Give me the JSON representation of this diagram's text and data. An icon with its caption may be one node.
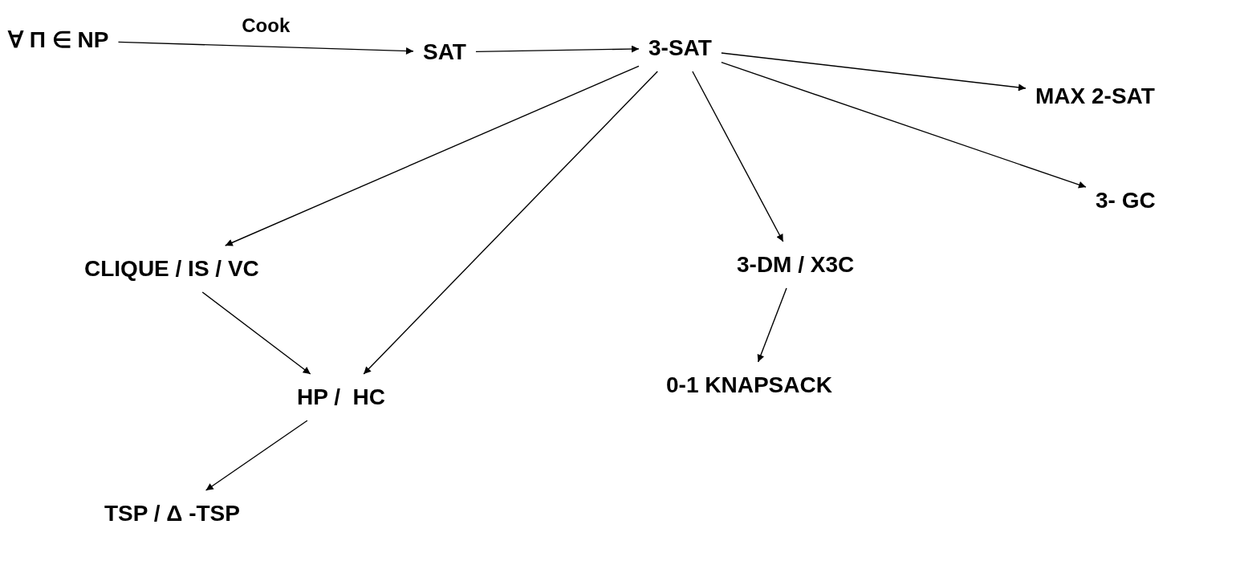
{
  "diagram": {
    "nodes": [
      {
        "text": [
          "∀ Π ∈ NP"
        ]
      },
      {
        "text": [
          "SAT"
        ]
      },
      {
        "text": [
          "3-SAT"
        ]
      },
      {
        "text": [
          "MAX 2-SAT"
        ]
      },
      {
        "text": [
          "3- GC"
        ]
      },
      {
        "text": [
          "CLIQUE / IS / VC"
        ]
      },
      {
        "text": [
          "3-DM / X3C"
        ]
      },
      {
        "text": [
          "HP /  HC"
        ]
      },
      {
        "text": [
          "0-1 KNAPSACK"
        ]
      },
      {
        "text": [
          "TSP / Δ -TSP"
        ]
      }
    ],
    "edges": [
      {
        "from": 0,
        "to": 1,
        "arrow": "to",
        "label": "Cook"
      },
      {
        "from": 1,
        "to": 2,
        "arrow": "to"
      },
      {
        "from": 2,
        "to": 3,
        "arrow": "to"
      },
      {
        "from": 2,
        "to": 4,
        "arrow": "to"
      },
      {
        "from": 2,
        "to": 5,
        "arrow": "to"
      },
      {
        "from": 2,
        "to": 7,
        "arrow": "to"
      },
      {
        "from": 2,
        "to": 6,
        "arrow": "to"
      },
      {
        "from": 5,
        "to": 7,
        "arrow": "to"
      },
      {
        "from": 6,
        "to": 8,
        "arrow": "to"
      },
      {
        "from": 7,
        "to": 9,
        "arrow": "to"
      }
    ]
  }
}
